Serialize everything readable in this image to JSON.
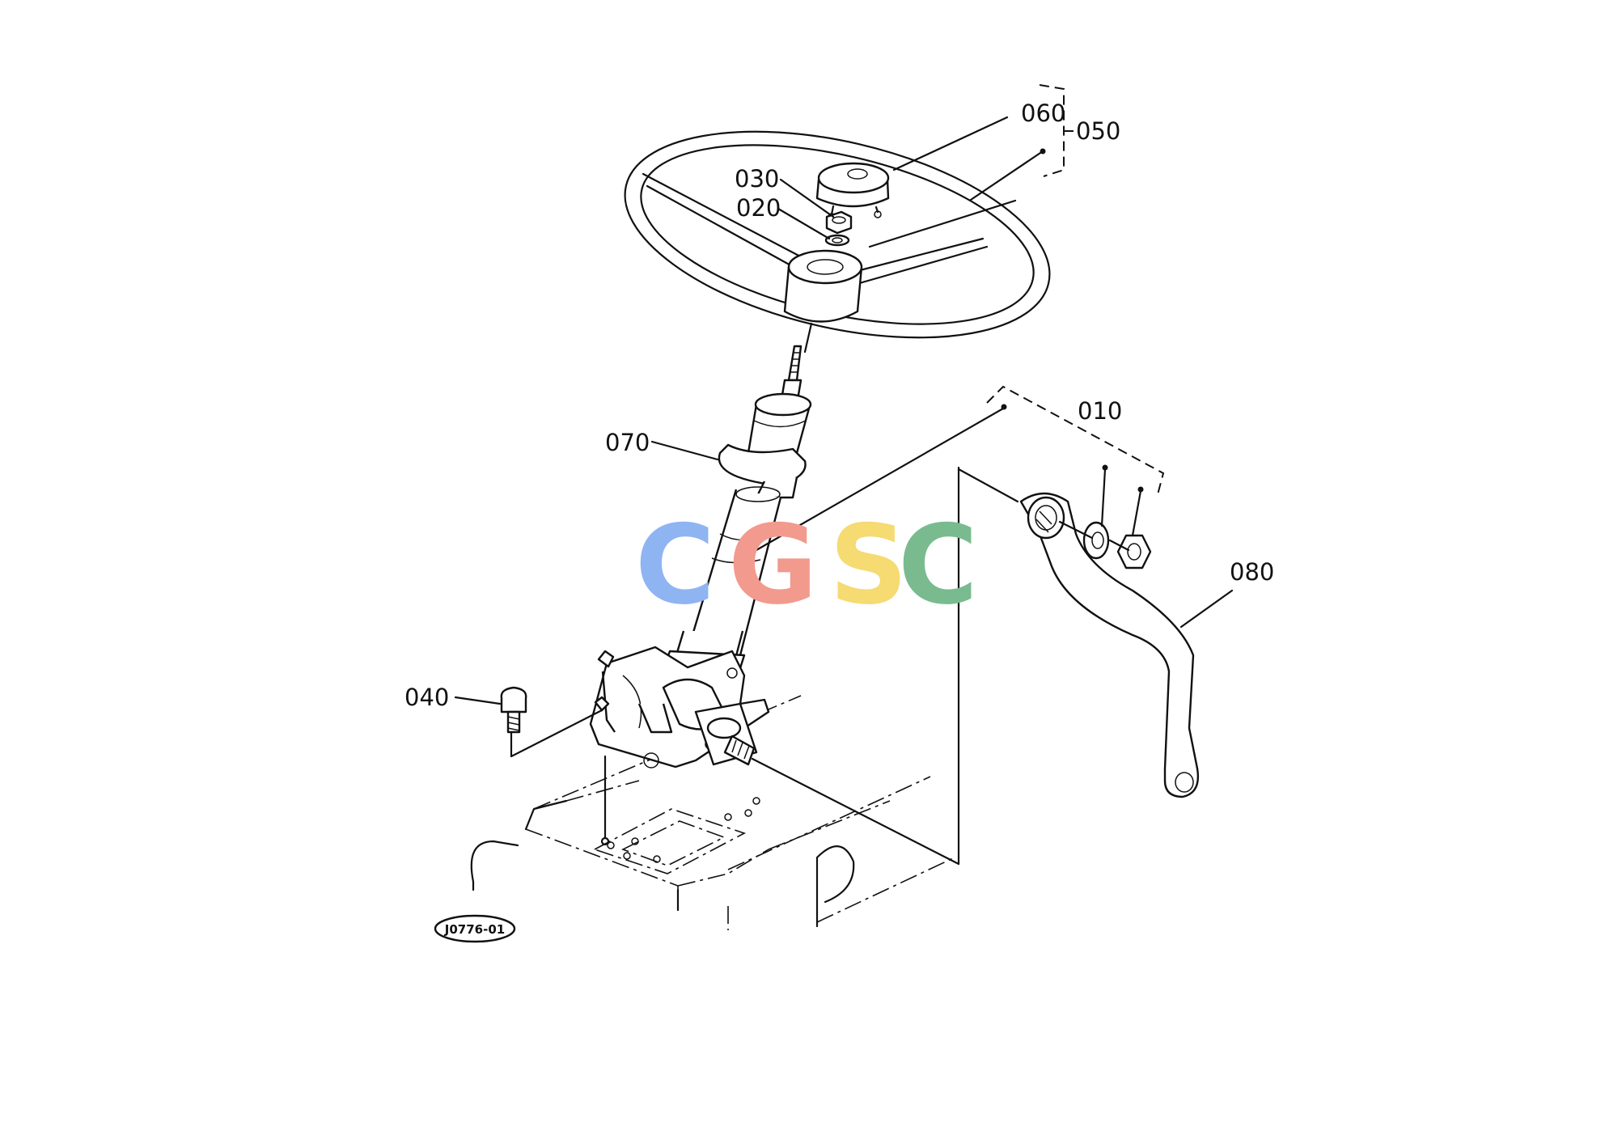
{
  "diagram": {
    "callouts": [
      {
        "id": "p010",
        "label": "010"
      },
      {
        "id": "p020",
        "label": "020"
      },
      {
        "id": "p030",
        "label": "030"
      },
      {
        "id": "p040",
        "label": "040"
      },
      {
        "id": "p050",
        "label": "050"
      },
      {
        "id": "p060",
        "label": "060"
      },
      {
        "id": "p070",
        "label": "070"
      },
      {
        "id": "p080",
        "label": "080"
      }
    ],
    "reference_code": "J0776-01"
  },
  "watermark": {
    "letters": [
      "C",
      "G",
      "S",
      "C"
    ],
    "colors": [
      "#8fb4f2",
      "#f29a8e",
      "#f6da72",
      "#79bb8f"
    ]
  }
}
